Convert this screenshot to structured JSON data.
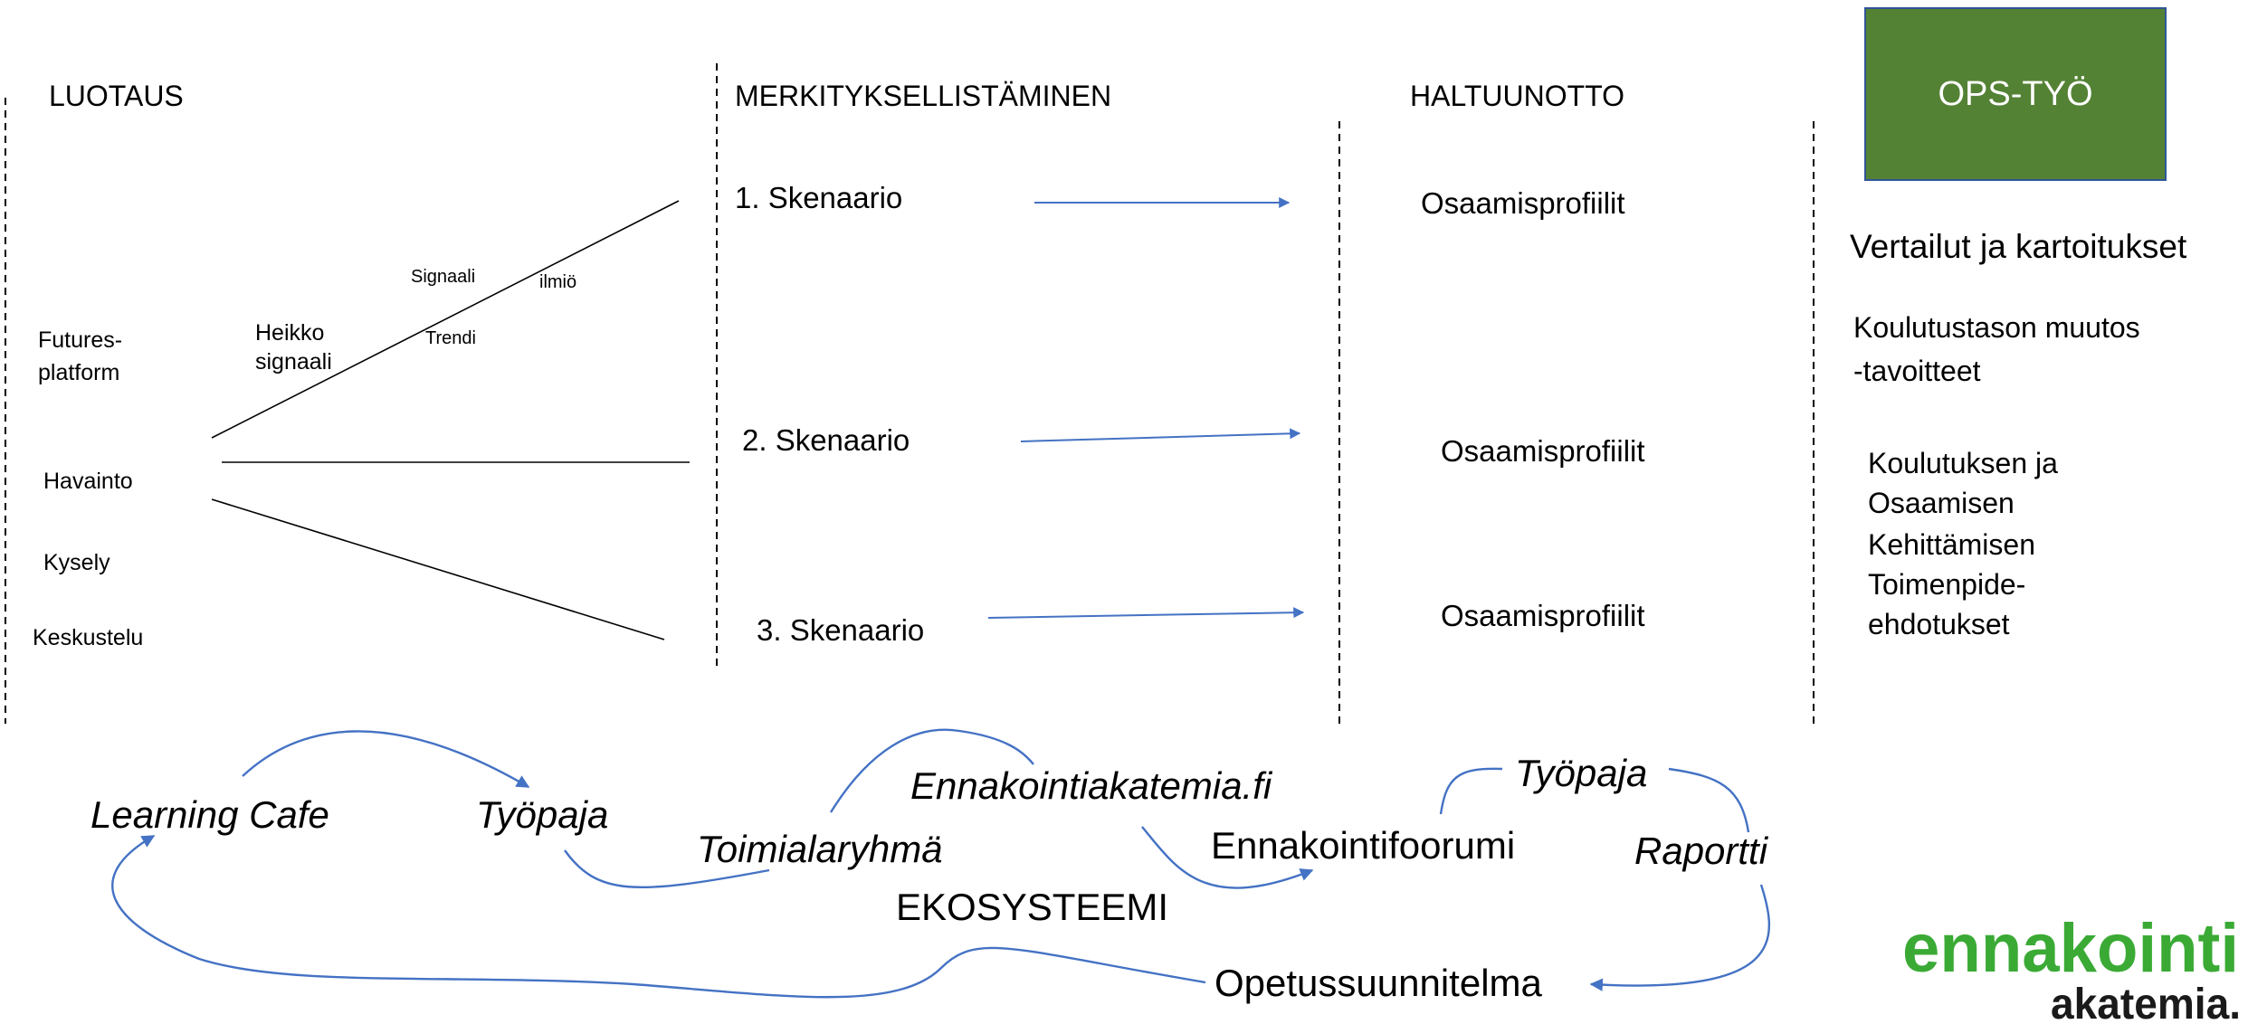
{
  "headers": {
    "luotaus": "LUOTAUS",
    "merkityksellistaminen": "MERKITYKSELLISTÄMINEN",
    "haltuunotto": "HALTUUNOTTO",
    "ops_tyo": "OPS-TYÖ"
  },
  "luotaus": {
    "futures_line1": "Futures-",
    "futures_line2": "platform",
    "havainto": "Havainto",
    "kysely": "Kysely",
    "keskustelu": "Keskustelu",
    "heikko_line1": "Heikko",
    "heikko_line2": "signaali",
    "signaali": "Signaali",
    "ilmio": "ilmiö",
    "trendi": "Trendi"
  },
  "scenarios": [
    "1. Skenaario",
    "2. Skenaario",
    "3. Skenaario"
  ],
  "profiles": [
    "Osaamisprofiilit",
    "Osaamisprofiilit",
    "Osaamisprofiilit"
  ],
  "ops": {
    "vertailut": "Vertailut ja kartoitukset",
    "koulutustaso_line1": "Koulutustason muutos",
    "koulutustaso_line2": "-tavoitteet",
    "kehitys_lines": [
      "Koulutuksen ja",
      "Osaamisen",
      "Kehittämisen",
      "Toimenpide-",
      "ehdotukset"
    ]
  },
  "ecosystem": {
    "learning_cafe": "Learning Cafe",
    "tyopaja_1": "Työpaja",
    "toimialaryhma": "Toimialaryhmä",
    "ennakointiakatemia": "Ennakointiakatemia.fi",
    "ekosysteemi": "EKOSYSTEEMI",
    "ennakointifoorumi": "Ennakointifoorumi",
    "tyopaja_2": "Työpaja",
    "raportti": "Raportti",
    "opetussuunnitelma": "Opetussuunnitelma"
  },
  "logo": {
    "line1": "ennakointi",
    "line2": "akatemia."
  },
  "colors": {
    "arrow_blue": "#4472c4",
    "ops_box_fill": "#548235",
    "ops_box_border": "#2f5597",
    "logo_green": "#3aaa35"
  }
}
